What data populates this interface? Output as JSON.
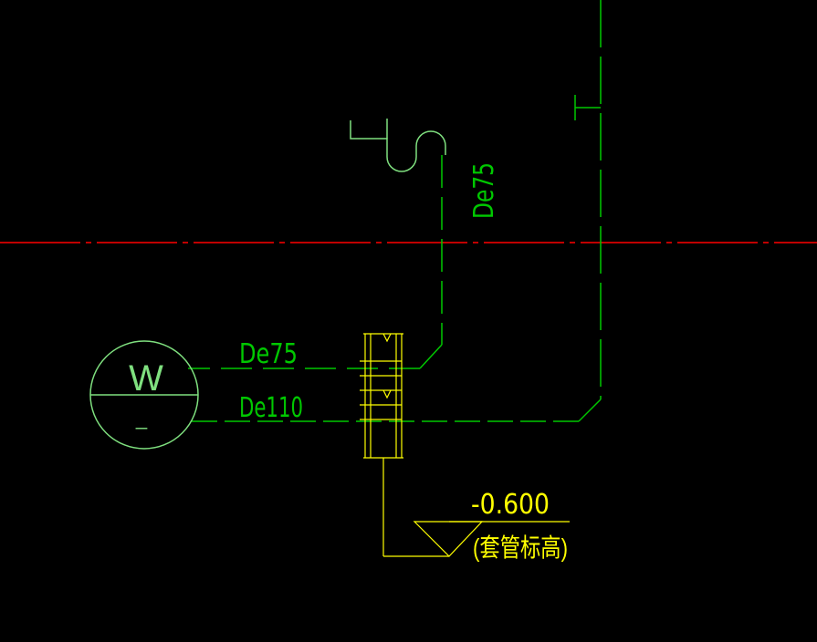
{
  "colors": {
    "background": "#000000",
    "axis_line": "#ff0000",
    "pipe_green": "#00c800",
    "symbol_green": "#7fe07f",
    "yellow": "#ffff00",
    "label_green": "#00c800"
  },
  "labels": {
    "vertical_pipe_size": "De75",
    "upper_branch_size": "De75",
    "lower_branch_size": "De110",
    "symbol_letter": "W",
    "symbol_sub": "_",
    "elevation_value": "-0.600",
    "elevation_note": "(套管标高)"
  }
}
